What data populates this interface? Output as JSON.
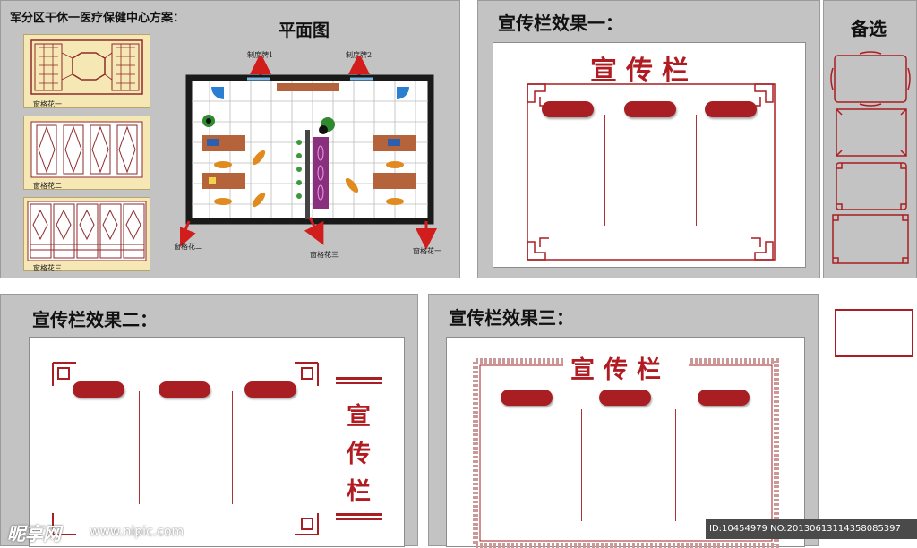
{
  "plan_panel": {
    "title": "军分区干休一医疗保健中心方案：",
    "floor_plan_title": "平面图",
    "sign_1": "制度牌1",
    "sign_2": "制度牌2",
    "pattern_1": "窗格花一",
    "pattern_2": "窗格花二",
    "pattern_3": "窗格花三",
    "label_window_2": "窗格花二",
    "label_window_3": "窗格花三",
    "label_window_1": "窗格花一"
  },
  "effect_one": {
    "title": "宣传栏效果一：",
    "heading": "宣传栏"
  },
  "effect_two": {
    "title": "宣传栏效果二：",
    "heading_chars": [
      "宣",
      "传",
      "栏"
    ]
  },
  "effect_three": {
    "title": "宣传栏效果三：",
    "heading": "宣传栏"
  },
  "alternatives": {
    "title": "备选"
  },
  "footer": {
    "logo": "昵享网",
    "url": "www.nipic.com",
    "id_text": "ID:10454979 NO:20130613114358085397"
  },
  "colors": {
    "accent": "#a81e22",
    "panel": "#c3c3c3",
    "board": "#ffffff",
    "thumb": "#f5e8b5"
  }
}
